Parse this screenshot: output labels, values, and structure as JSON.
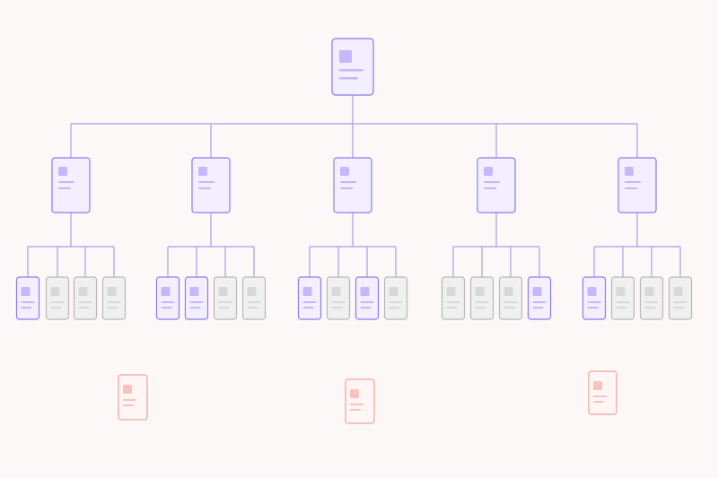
{
  "colors": {
    "background": "#fbf8f7",
    "active": "#8b7ff0",
    "active_fill": "#f3effe",
    "active_thumb": "#c8b6fb",
    "active_line": "#c8b6fb",
    "inactive": "#b8b8b8",
    "inactive_fill": "#f0f0f0",
    "inactive_thumb": "#d8d8d8",
    "inactive_line": "#d9d9d9",
    "orphan": "#f0a49a",
    "orphan_fill": "#fdf6f5",
    "orphan_thumb": "#f7c3bc",
    "connector": "#a99cf3"
  },
  "tree": {
    "root": {
      "state": "active"
    },
    "branches": [
      {
        "state": "active",
        "leaves": [
          "active",
          "inactive",
          "inactive",
          "inactive"
        ]
      },
      {
        "state": "active",
        "leaves": [
          "active",
          "active",
          "inactive",
          "inactive"
        ]
      },
      {
        "state": "active",
        "leaves": [
          "active",
          "inactive",
          "active",
          "inactive"
        ]
      },
      {
        "state": "active",
        "leaves": [
          "inactive",
          "inactive",
          "inactive",
          "active"
        ]
      },
      {
        "state": "active",
        "leaves": [
          "active",
          "inactive",
          "inactive",
          "inactive"
        ]
      }
    ],
    "orphans": [
      {
        "state": "orphan"
      },
      {
        "state": "orphan"
      },
      {
        "state": "orphan"
      }
    ]
  }
}
